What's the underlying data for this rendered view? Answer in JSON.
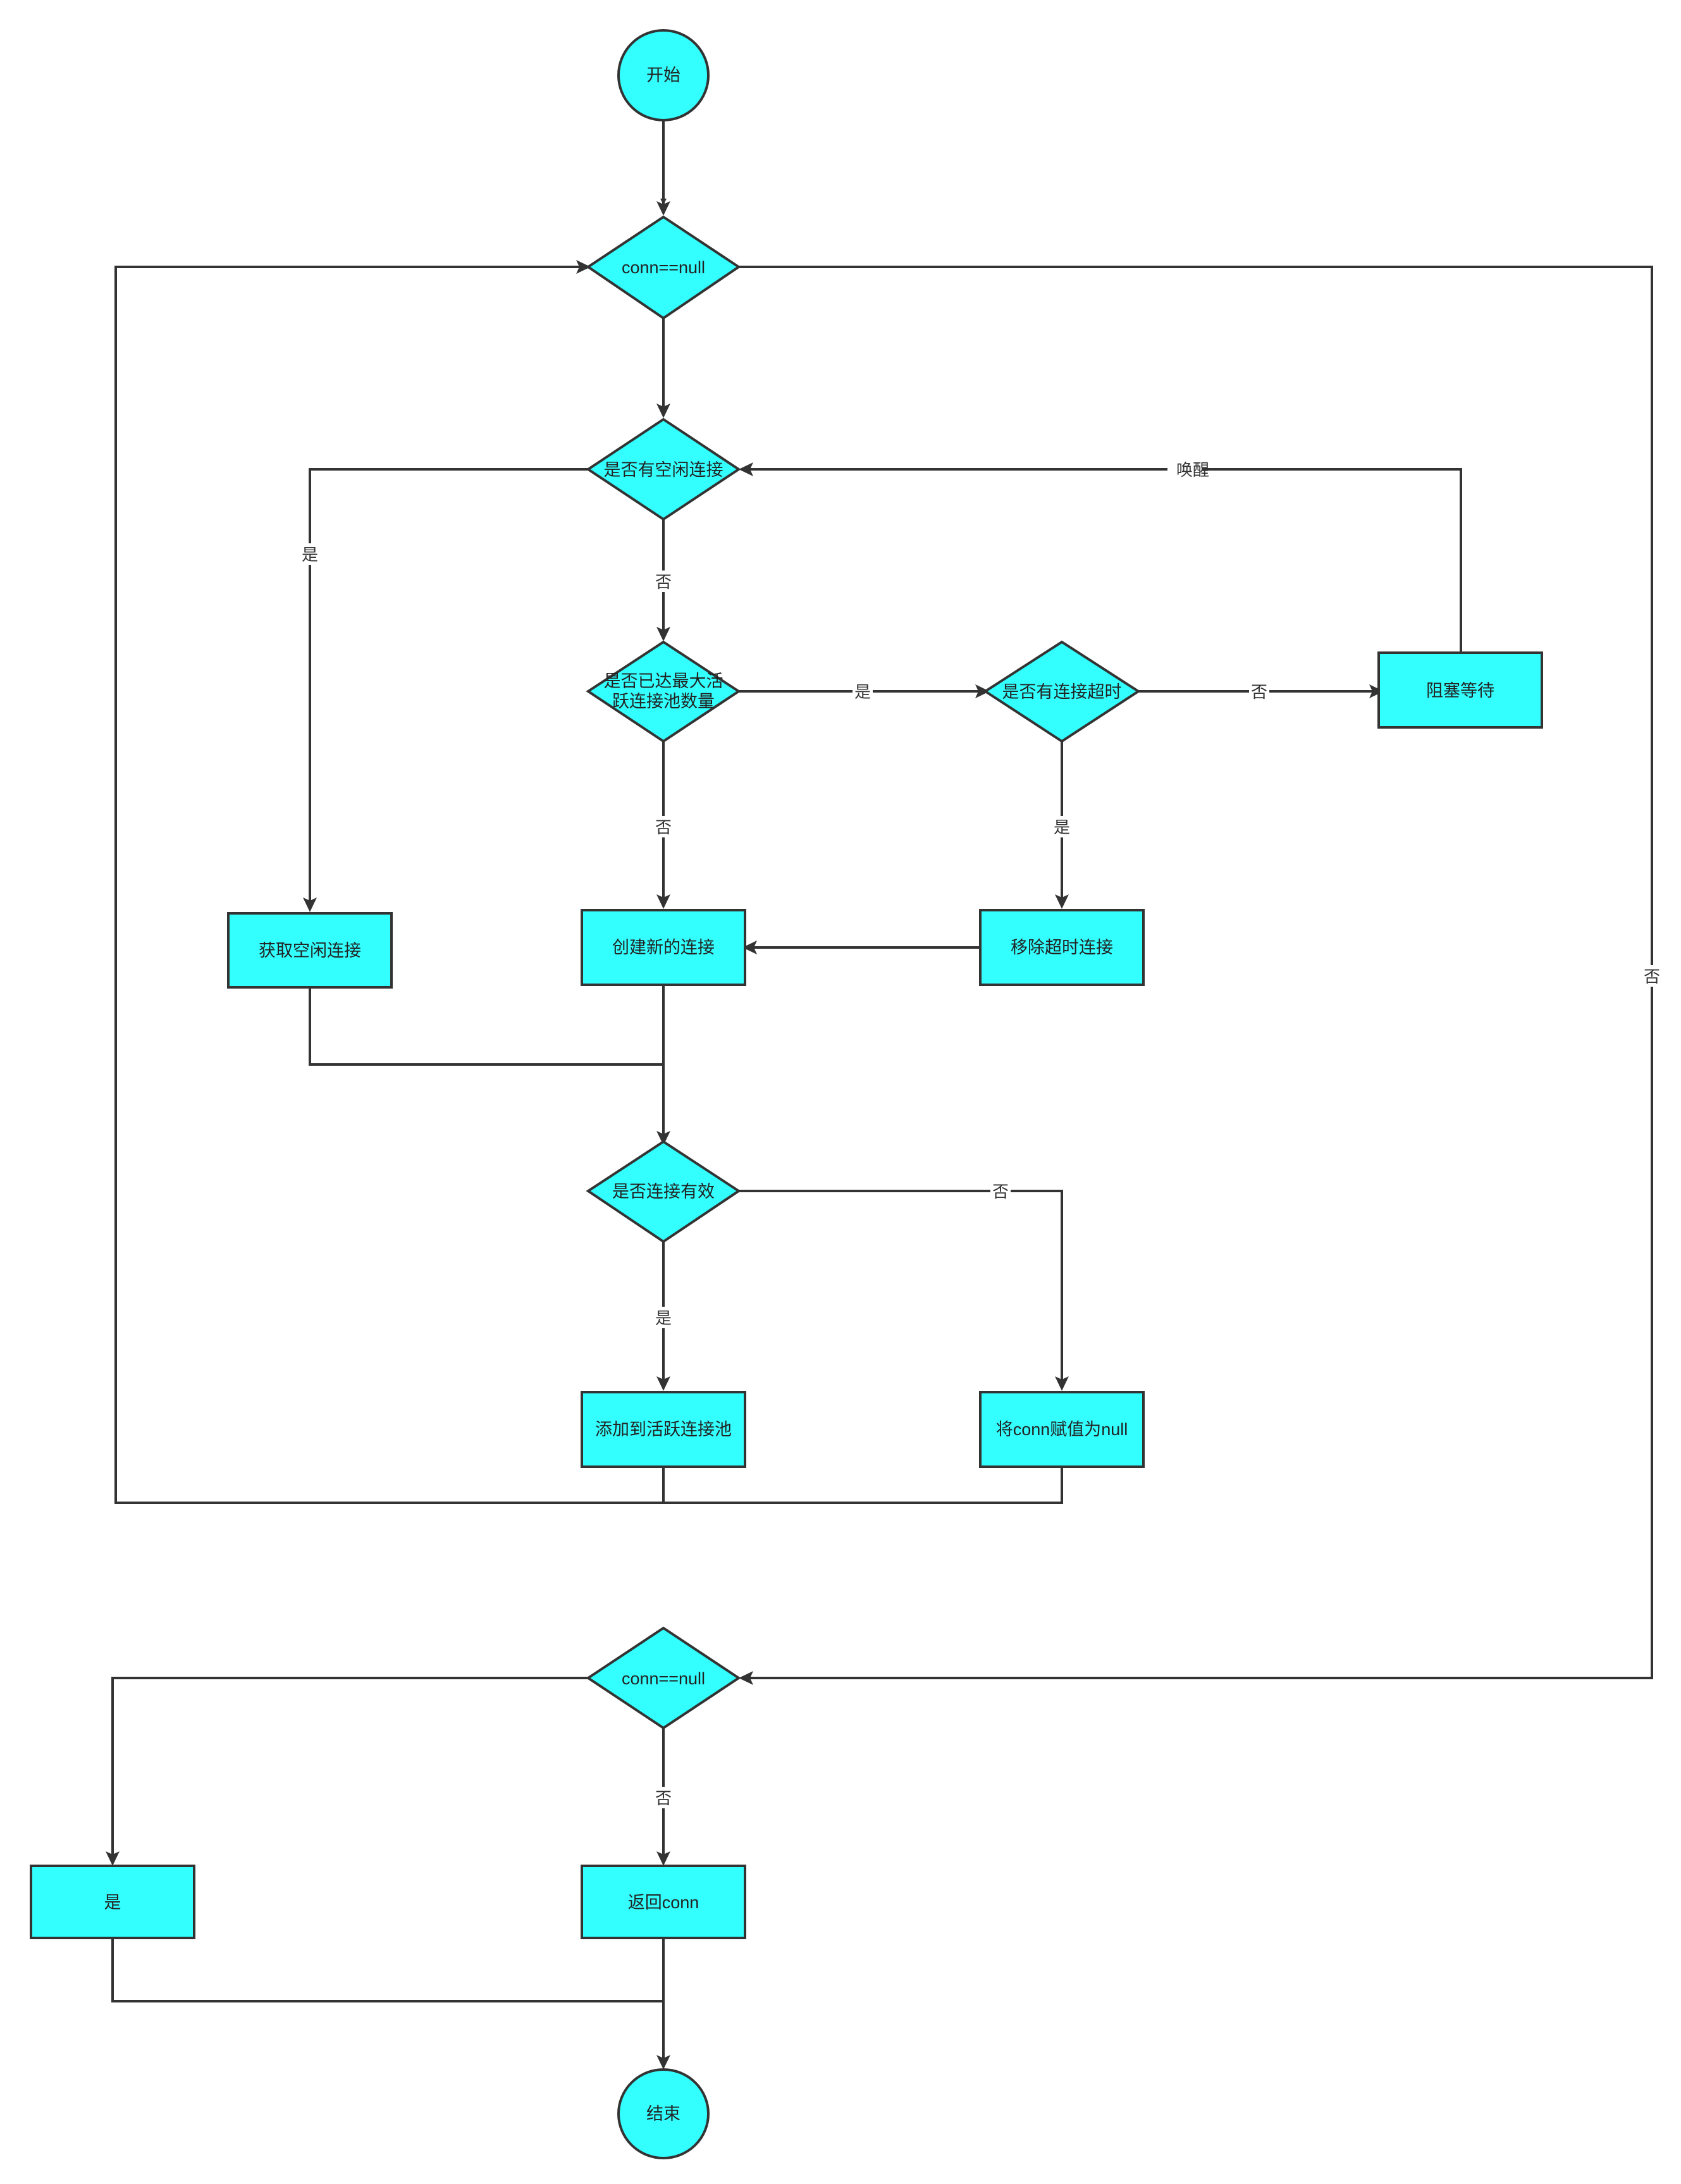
{
  "colors": {
    "node_fill": "#33ffff",
    "stroke": "#333333",
    "background": "#ffffff"
  },
  "nodes": {
    "start": "开始",
    "conn_null_1": "conn==null",
    "has_idle": "是否有空闲连接",
    "max_active": [
      "是否已达最大活",
      "跃连接池数量"
    ],
    "conn_timeout": "是否有连接超时",
    "block_wait": "阻塞等待",
    "get_idle": "获取空闲连接",
    "create_new": "创建新的连接",
    "remove_timeout": "移除超时连接",
    "conn_valid": "是否连接有效",
    "add_active": "添加到活跃连接池",
    "set_null": "将conn赋值为null",
    "conn_null_2": "conn==null",
    "yes_box": "是",
    "return_conn": "返回conn",
    "end": "结束"
  },
  "edge_labels": {
    "wake": "唤醒",
    "idle_yes": "是",
    "idle_no": "否",
    "max_yes": "是",
    "max_no": "否",
    "timeout_no": "否",
    "timeout_yes": "是",
    "valid_no": "否",
    "valid_yes": "是",
    "conn1_no": "否",
    "conn2_no": "否"
  }
}
